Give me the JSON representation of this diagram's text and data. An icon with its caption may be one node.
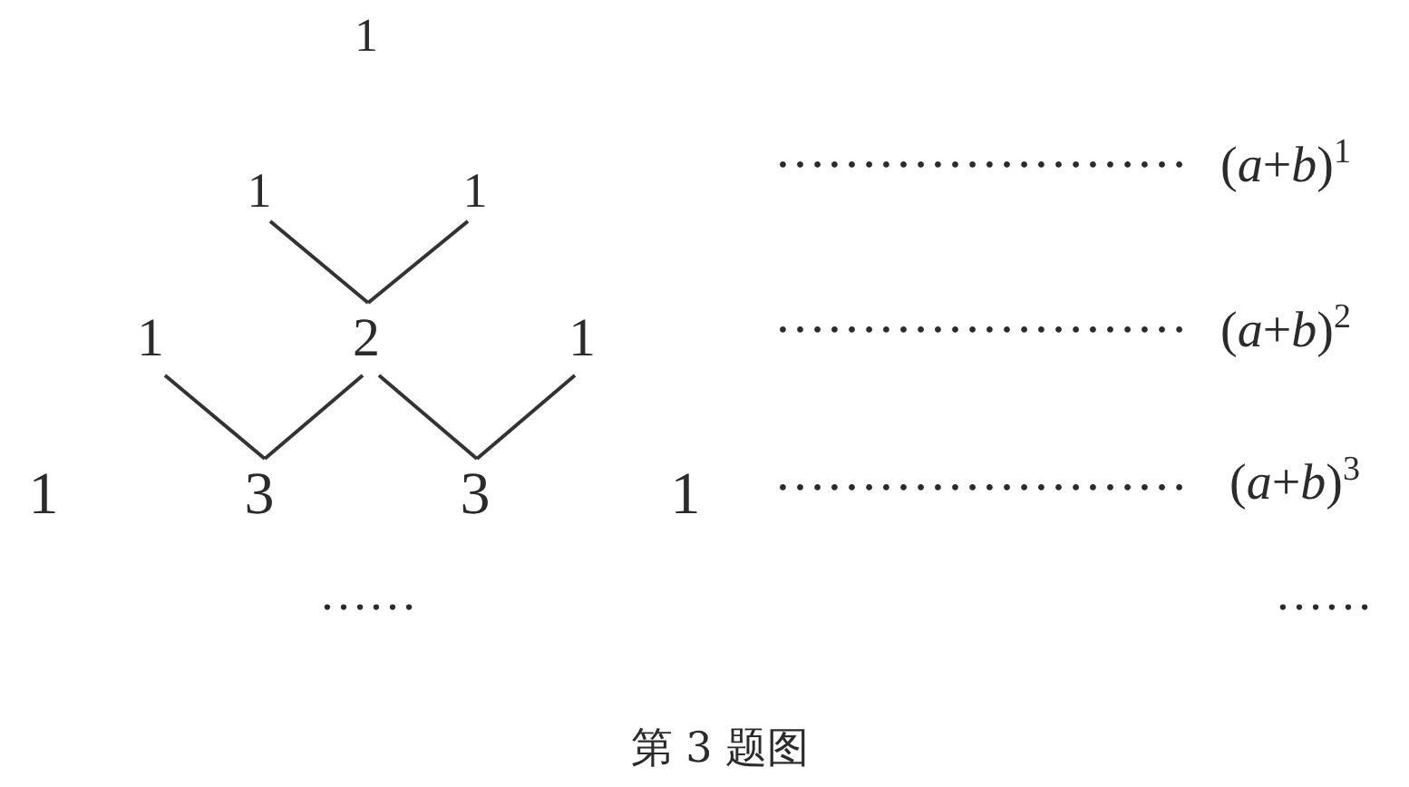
{
  "diagram": {
    "caption": "第 3 题图",
    "nodes": [
      {
        "text": [
          "1"
        ]
      },
      {
        "text": [
          "1"
        ]
      },
      {
        "text": [
          "1"
        ]
      },
      {
        "text": [
          "1"
        ]
      },
      {
        "text": [
          "2"
        ]
      },
      {
        "text": [
          "1"
        ]
      },
      {
        "text": [
          "1"
        ]
      },
      {
        "text": [
          "3"
        ]
      },
      {
        "text": [
          "3"
        ]
      },
      {
        "text": [
          "1"
        ]
      }
    ],
    "edges": [
      {
        "from": 1,
        "to": 4,
        "arrow": "none"
      },
      {
        "from": 2,
        "to": 4,
        "arrow": "none"
      },
      {
        "from": 3,
        "to": 7,
        "arrow": "none"
      },
      {
        "from": 4,
        "to": 7,
        "arrow": "none"
      },
      {
        "from": 4,
        "to": 8,
        "arrow": "none"
      },
      {
        "from": 5,
        "to": 8,
        "arrow": "none"
      }
    ],
    "labels": [
      "……………………",
      "(*a*+*b*)$^{1}$",
      "……………………",
      "(*a*+*b*)$^{2}$",
      "……………………",
      "(*a*+*b*)$^{3}$",
      "……",
      "……"
    ]
  }
}
